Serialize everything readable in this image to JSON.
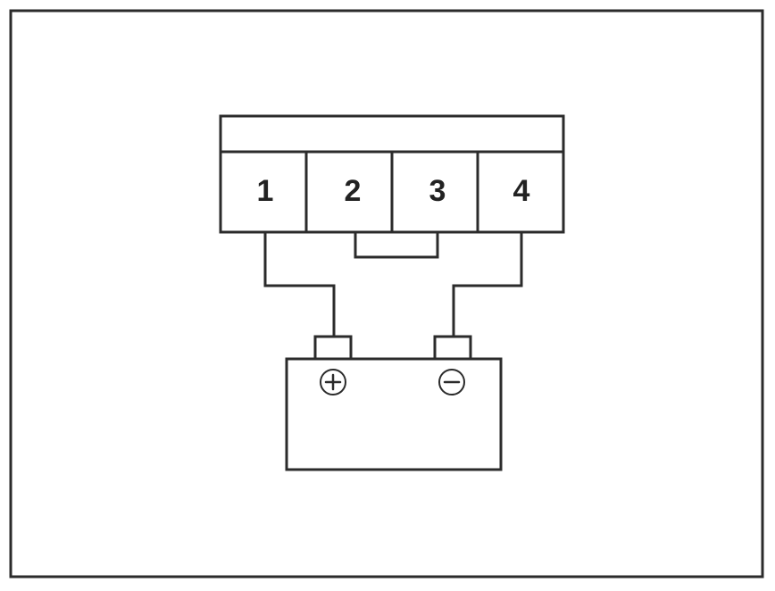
{
  "connector": {
    "pins": [
      {
        "label": "1"
      },
      {
        "label": "2"
      },
      {
        "label": "3"
      },
      {
        "label": "4"
      }
    ]
  },
  "battery": {
    "positive_symbol": "plus-icon",
    "negative_symbol": "minus-icon"
  },
  "wiring": {
    "jumper": "2-3",
    "positive_lead": "1-plus",
    "negative_lead": "4-minus"
  }
}
